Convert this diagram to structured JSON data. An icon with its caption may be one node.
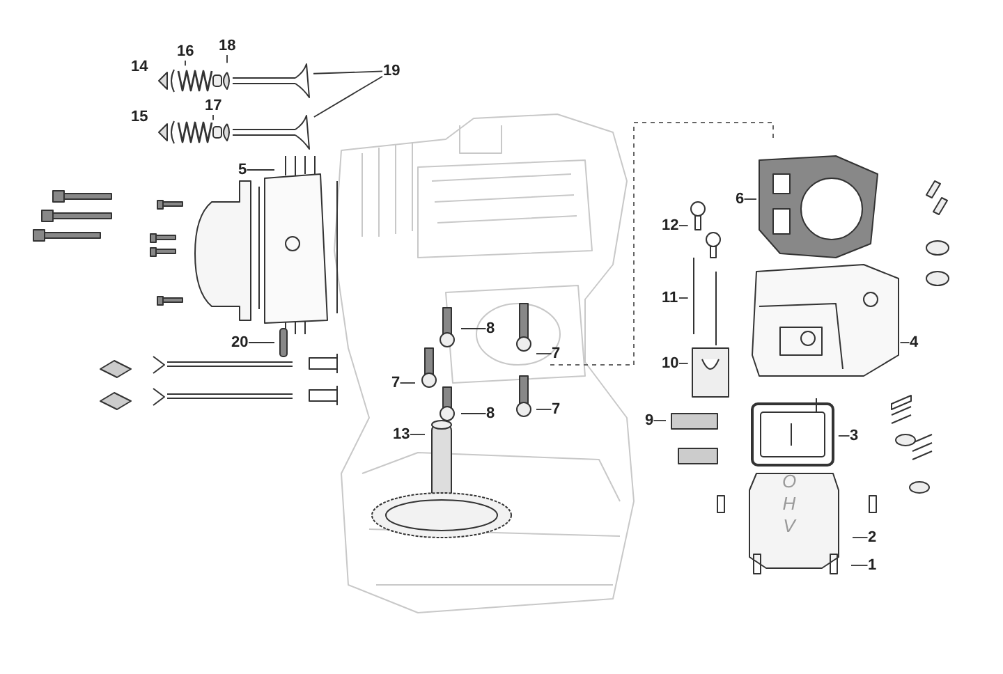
{
  "diagram": {
    "nodes": [
      {
        "text": [
          "18"
        ]
      },
      {
        "text": [
          "16"
        ]
      },
      {
        "text": [
          "19"
        ]
      },
      {
        "text": [
          "17"
        ]
      },
      {
        "text": [
          "5"
        ]
      },
      {
        "text": [
          "6"
        ]
      },
      {
        "text": [
          "12"
        ]
      },
      {
        "text": [
          "11"
        ]
      },
      {
        "text": [
          "8"
        ]
      },
      {
        "text": [
          "20"
        ]
      },
      {
        "text": [
          "4"
        ]
      },
      {
        "text": [
          "7"
        ]
      },
      {
        "text": [
          "10"
        ]
      },
      {
        "text": [
          "7"
        ]
      },
      {
        "text": [
          "7"
        ]
      },
      {
        "text": [
          "8"
        ]
      },
      {
        "text": [
          "9"
        ]
      },
      {
        "text": [
          "13"
        ]
      },
      {
        "text": [
          "3"
        ]
      },
      {
        "text": [
          "2"
        ]
      },
      {
        "text": [
          "1"
        ]
      }
    ],
    "edges": [
      {
        "from": 0,
        "to": null,
        "arrow": "none"
      },
      {
        "from": 1,
        "to": null,
        "arrow": "none"
      },
      {
        "from": 2,
        "to": null,
        "arrow": "none"
      },
      {
        "from": 2,
        "to": null,
        "arrow": "none"
      },
      {
        "from": 3,
        "to": null,
        "arrow": "none"
      },
      {
        "from": 4,
        "to": null,
        "arrow": "none"
      },
      {
        "from": 5,
        "to": null,
        "arrow": "none"
      },
      {
        "from": 6,
        "to": null,
        "arrow": "none"
      },
      {
        "from": 7,
        "to": null,
        "arrow": "none"
      },
      {
        "from": 8,
        "to": null,
        "arrow": "none"
      },
      {
        "from": 9,
        "to": null,
        "arrow": "none"
      },
      {
        "from": 10,
        "to": null,
        "arrow": "none"
      },
      {
        "from": 11,
        "to": null,
        "arrow": "none"
      },
      {
        "from": 12,
        "to": null,
        "arrow": "none"
      },
      {
        "from": 13,
        "to": null,
        "arrow": "none"
      },
      {
        "from": 14,
        "to": null,
        "arrow": "none"
      },
      {
        "from": 15,
        "to": null,
        "arrow": "none"
      },
      {
        "from": 16,
        "to": null,
        "arrow": "none"
      },
      {
        "from": 17,
        "to": null,
        "arrow": "none"
      },
      {
        "from": 18,
        "to": null,
        "arrow": "none"
      },
      {
        "from": 19,
        "to": null,
        "arrow": "none"
      },
      {
        "from": 20,
        "to": null,
        "arrow": "none"
      }
    ],
    "labels": [
      "14",
      "15",
      "OHV"
    ]
  }
}
